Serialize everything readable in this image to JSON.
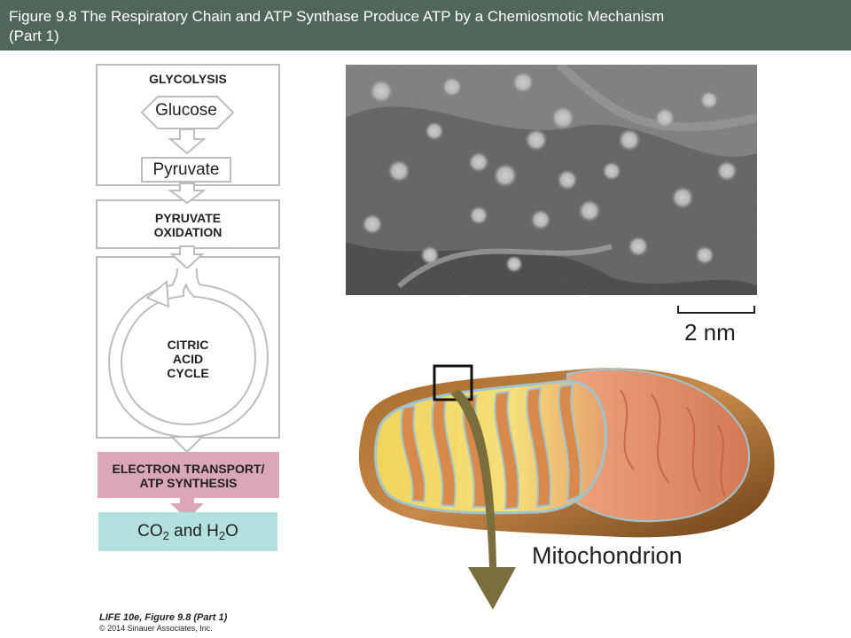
{
  "title": "Figure 9.8  The Respiratory Chain and ATP Synthase Produce ATP by a Chemiosmotic Mechanism\n(Part 1)",
  "flow": {
    "glycolysis": "GLYCOLYSIS",
    "glucose": "Glucose",
    "pyruvate": "Pyruvate",
    "pyruvate_oxidation": "PYRUVATE\nOXIDATION",
    "citric_acid_cycle": "CITRIC\nACID\nCYCLE",
    "electron_transport": "ELECTRON TRANSPORT/\nATP SYNTHESIS",
    "products": {
      "co": "CO",
      "sub1": "2",
      "and_h": " and H",
      "sub2": "2",
      "o": "O"
    }
  },
  "micrograph": {
    "scale_label": "2 nm"
  },
  "mitochondrion_label": "Mitochondrion",
  "credit": {
    "title_italic": "LIFE 10e",
    "title_rest": ", Figure 9.8 (Part 1)",
    "copyright": "© 2014 Sinauer Associates, Inc."
  },
  "colors": {
    "title_bar": "#51665b",
    "electron_transport_box": "#d9a7b7",
    "products_box": "#b3e1e0",
    "outline_gray": "#bdbdbd",
    "arrow_olive": "#7a6e3c"
  }
}
